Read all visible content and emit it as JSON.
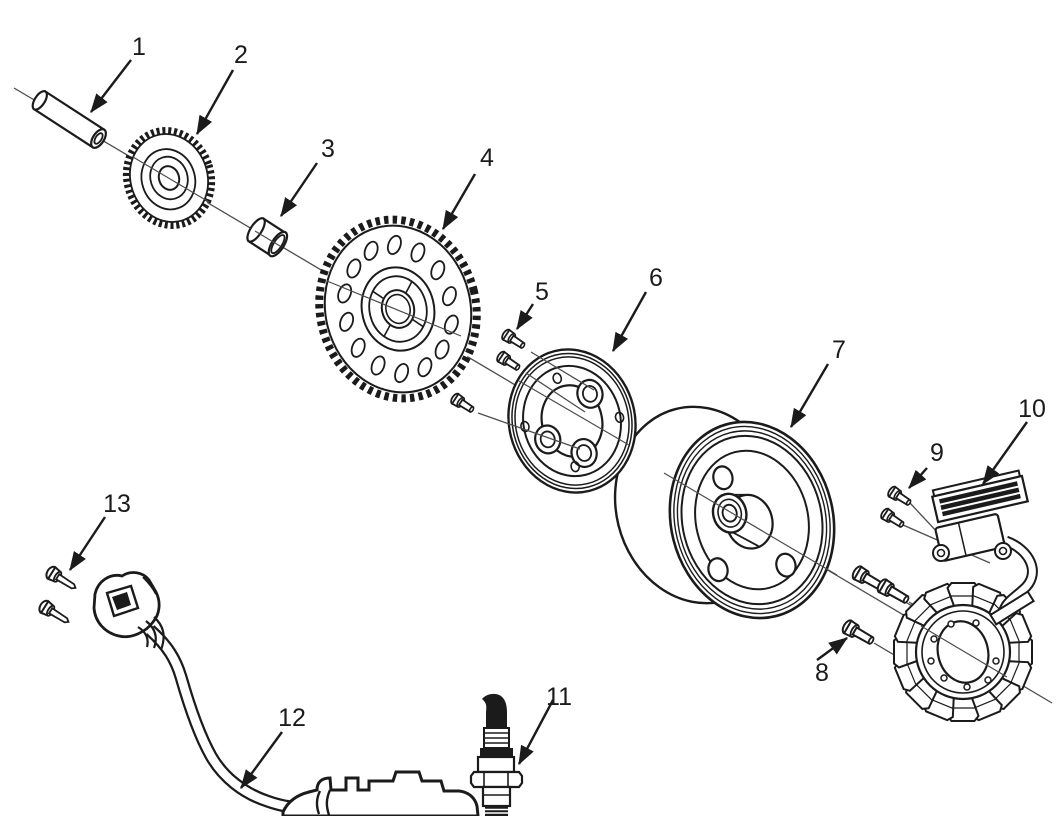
{
  "diagram": {
    "figure_type": "exploded-parts-diagram",
    "background_color": "#ffffff",
    "line_color": "#1b1b1b",
    "callouts": [
      {
        "label": "1",
        "part": "dowel-pin"
      },
      {
        "label": "2",
        "part": "idler-gear"
      },
      {
        "label": "3",
        "part": "bushing"
      },
      {
        "label": "4",
        "part": "starter-driven-gear"
      },
      {
        "label": "5",
        "part": "clutch-bolts"
      },
      {
        "label": "6",
        "part": "one-way-starter-clutch"
      },
      {
        "label": "7",
        "part": "flywheel-rotor"
      },
      {
        "label": "8",
        "part": "stator-mounting-bolts"
      },
      {
        "label": "9",
        "part": "pickup-coil-screws"
      },
      {
        "label": "10",
        "part": "pickup-coil"
      },
      {
        "label": "11",
        "part": "spark-plug"
      },
      {
        "label": "12",
        "part": "ignition-coil-with-plug-cap"
      },
      {
        "label": "13",
        "part": "coil-mounting-screws"
      }
    ]
  }
}
